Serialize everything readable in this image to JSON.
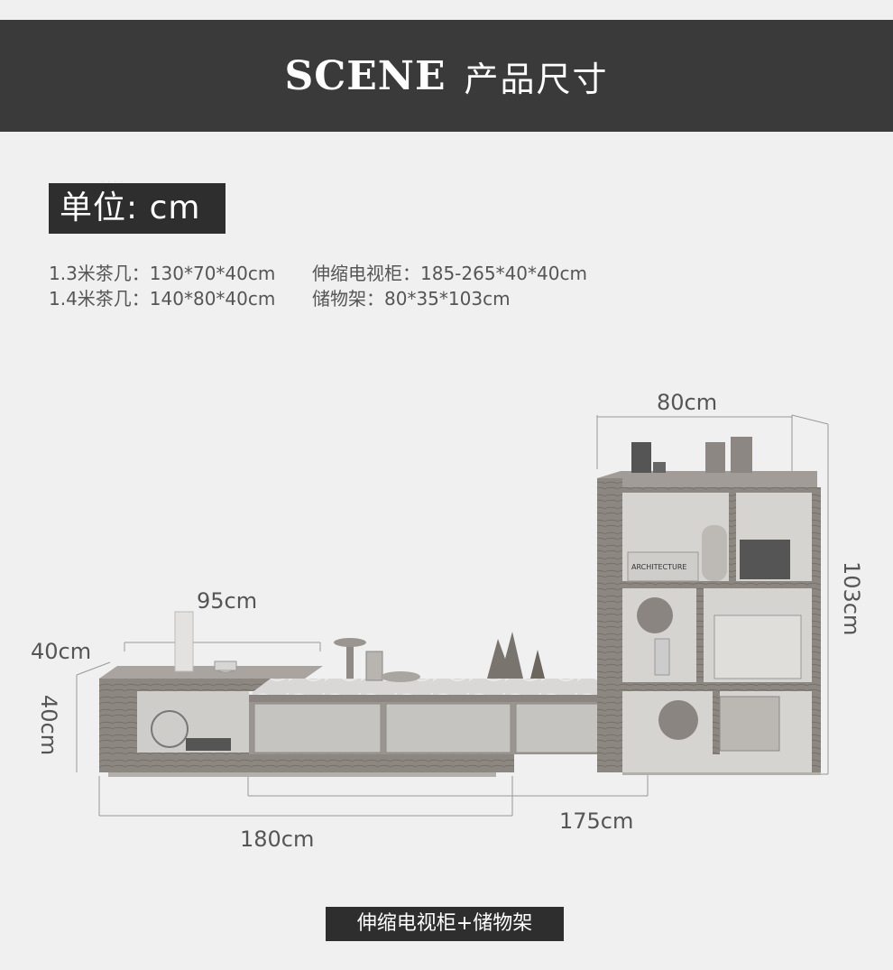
{
  "header": {
    "brand": "SCENE",
    "subtitle": "产品尺寸"
  },
  "unit_label": "单位: cm",
  "specs": [
    "1.3米茶几：130*70*40cm",
    "伸缩电视柜：185-265*40*40cm",
    "1.4米茶几：140*80*40cm",
    "储物架：80*35*103cm"
  ],
  "dimensions": {
    "shelf_width": "80cm",
    "shelf_height": "103cm",
    "top_width": "95cm",
    "top_depth": "40cm",
    "cabinet_height": "40cm",
    "total_width": "180cm",
    "cabinet_width": "175cm"
  },
  "book_label": "ARCHITECTURE",
  "caption": "伸缩电视柜+储物架",
  "colors": {
    "header_bg": "#3a3a3a",
    "badge_bg": "#2e2e2e",
    "background": "#f0f0f0"
  }
}
